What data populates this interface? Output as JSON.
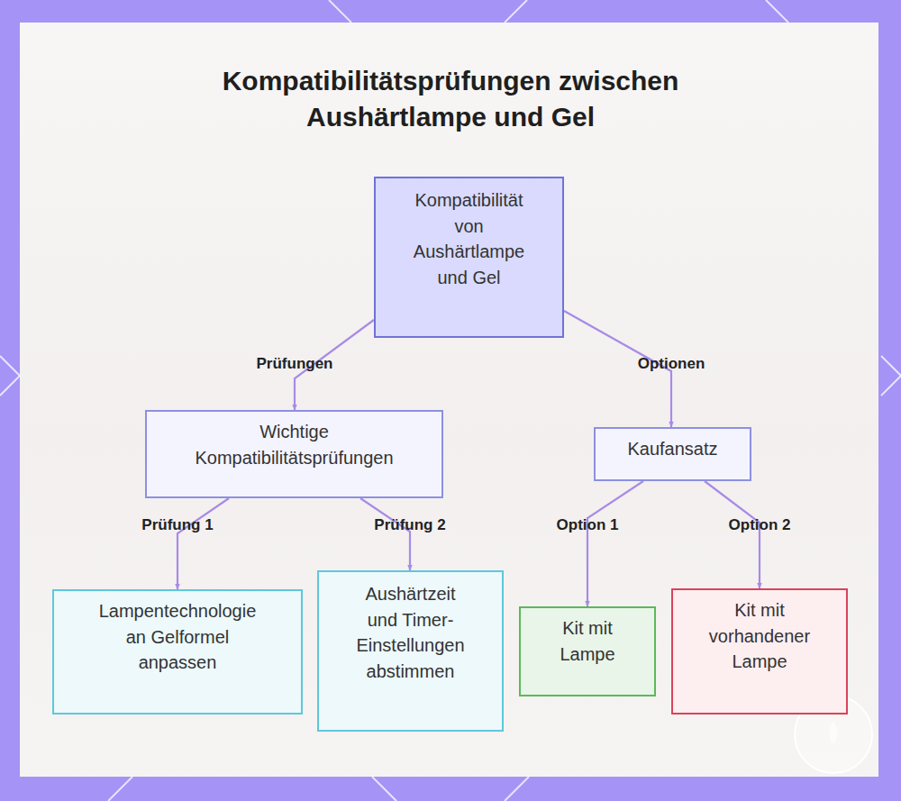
{
  "diagram": {
    "title": "Kompatibilitätsprüfungen zwischen Aushärtlampe und Gel",
    "nodes": [
      {
        "text": [
          "Kompatibilität von Aushärtlampe und Gel"
        ]
      },
      {
        "text": [
          "Wichtige Kompatibilitätsprüfungen"
        ]
      },
      {
        "text": [
          "Kaufansatz"
        ]
      },
      {
        "text": [
          "Lampentechnologie an Gelformel anpassen"
        ]
      },
      {
        "text": [
          "Aushärtzeit und Timer-Einstellungen abstimmen"
        ]
      },
      {
        "text": [
          "Kit mit Lampe"
        ]
      },
      {
        "text": [
          "Kit mit vorhandener Lampe"
        ]
      }
    ],
    "edges": [
      {
        "from": 0,
        "to": 1,
        "label": "Prüfungen",
        "arrow": "to"
      },
      {
        "from": 0,
        "to": 2,
        "label": "Optionen",
        "arrow": "to"
      },
      {
        "from": 1,
        "to": 3,
        "label": "Prüfung 1",
        "arrow": "to"
      },
      {
        "from": 1,
        "to": 4,
        "label": "Prüfung 2",
        "arrow": "to"
      },
      {
        "from": 2,
        "to": 5,
        "label": "Option 1",
        "arrow": "to"
      },
      {
        "from": 2,
        "to": 6,
        "label": "Option 2",
        "arrow": "to"
      }
    ]
  }
}
